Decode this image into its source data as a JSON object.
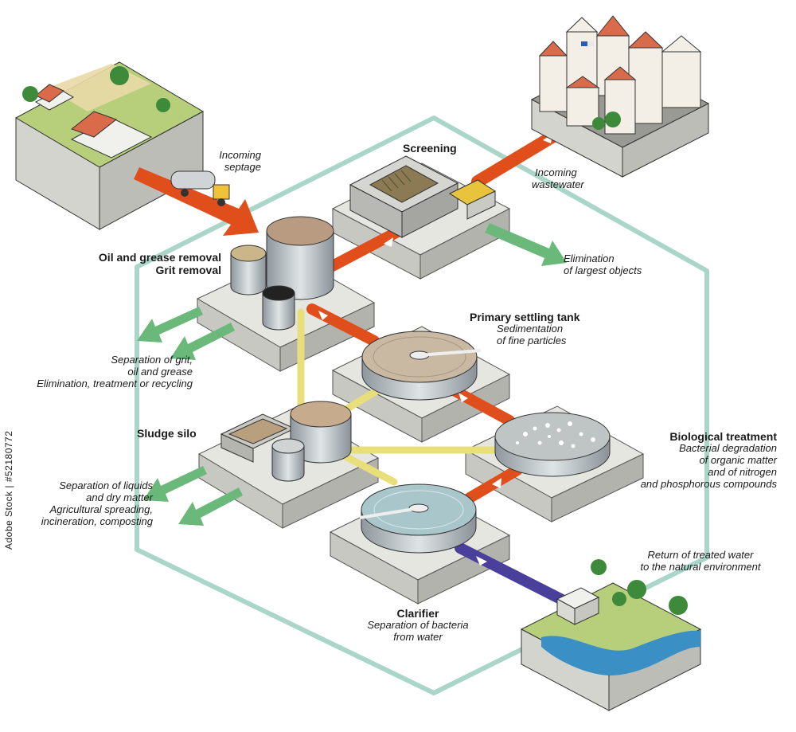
{
  "colors": {
    "hexagon": "#a9d6c8",
    "raw_pipe": "#e04e1c",
    "sludge_pipe": "#e8df7a",
    "treated_pipe": "#4a3f9a",
    "output_arrow": "#6bb97a",
    "slab": "#d9d9d4",
    "water": "#3a8fc4"
  },
  "labels": {
    "incoming_septage": [
      "Incoming",
      "septage"
    ],
    "incoming_wastewater": [
      "Incoming",
      "wastewater"
    ],
    "screening": "Screening",
    "largest_objects": [
      "Elimination",
      "of largest objects"
    ],
    "oil_grease": [
      "Oil and grease removal",
      "Grit removal"
    ],
    "grit_separation": [
      "Separation of grit,",
      "oil and grease",
      "Elimination, treatment or recycling"
    ],
    "primary_settling": {
      "title": "Primary settling tank",
      "sub": [
        "Sedimentation",
        "of fine particles"
      ]
    },
    "sludge_silo": "Sludge silo",
    "biological": {
      "title": "Biological treatment",
      "sub": [
        "Bacterial degradation",
        "of organic matter",
        "and of nitrogen",
        "and phosphorous compounds"
      ]
    },
    "liquids_separation": [
      "Separation of liquids",
      "and dry matter",
      "Agricultural spreading,",
      "incineration, composting"
    ],
    "return_water": [
      "Return of treated water",
      "to the natural environment"
    ],
    "clarifier": {
      "title": "Clarifier",
      "sub": [
        "Separation of bacteria",
        "from water"
      ]
    }
  },
  "stamp": "Adobe Stock | #52180772"
}
